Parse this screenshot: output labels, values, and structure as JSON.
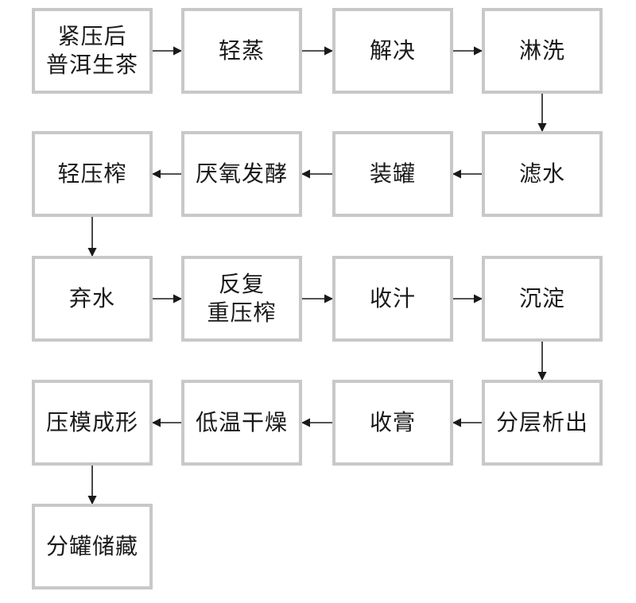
{
  "steps": [
    {
      "id": "s1",
      "lines": [
        "紧压后",
        "普洱生茶"
      ]
    },
    {
      "id": "s2",
      "lines": [
        "轻蒸"
      ]
    },
    {
      "id": "s3",
      "lines": [
        "解决"
      ]
    },
    {
      "id": "s4",
      "lines": [
        "淋洗"
      ]
    },
    {
      "id": "s5",
      "lines": [
        "滤水"
      ]
    },
    {
      "id": "s6",
      "lines": [
        "装罐"
      ]
    },
    {
      "id": "s7",
      "lines": [
        "厌氧发酵"
      ]
    },
    {
      "id": "s8",
      "lines": [
        "轻压榨"
      ]
    },
    {
      "id": "s9",
      "lines": [
        "弃水"
      ]
    },
    {
      "id": "s10",
      "lines": [
        "反复",
        "重压榨"
      ]
    },
    {
      "id": "s11",
      "lines": [
        "收汁"
      ]
    },
    {
      "id": "s12",
      "lines": [
        "沉淀"
      ]
    },
    {
      "id": "s13",
      "lines": [
        "分层析出"
      ]
    },
    {
      "id": "s14",
      "lines": [
        "收膏"
      ]
    },
    {
      "id": "s15",
      "lines": [
        "低温干燥"
      ]
    },
    {
      "id": "s16",
      "lines": [
        "压模成形"
      ]
    },
    {
      "id": "s17",
      "lines": [
        "分罐储藏"
      ]
    }
  ],
  "connections": [
    [
      "s1",
      "s2"
    ],
    [
      "s2",
      "s3"
    ],
    [
      "s3",
      "s4"
    ],
    [
      "s4",
      "s5"
    ],
    [
      "s5",
      "s6"
    ],
    [
      "s6",
      "s7"
    ],
    [
      "s7",
      "s8"
    ],
    [
      "s8",
      "s9"
    ],
    [
      "s9",
      "s10"
    ],
    [
      "s10",
      "s11"
    ],
    [
      "s11",
      "s12"
    ],
    [
      "s12",
      "s13"
    ],
    [
      "s13",
      "s14"
    ],
    [
      "s14",
      "s15"
    ],
    [
      "s15",
      "s16"
    ],
    [
      "s16",
      "s17"
    ]
  ],
  "colors": {
    "box_border": "#c8c8c8",
    "arrow": "#1a1a1a",
    "text": "#1a1a1a"
  }
}
